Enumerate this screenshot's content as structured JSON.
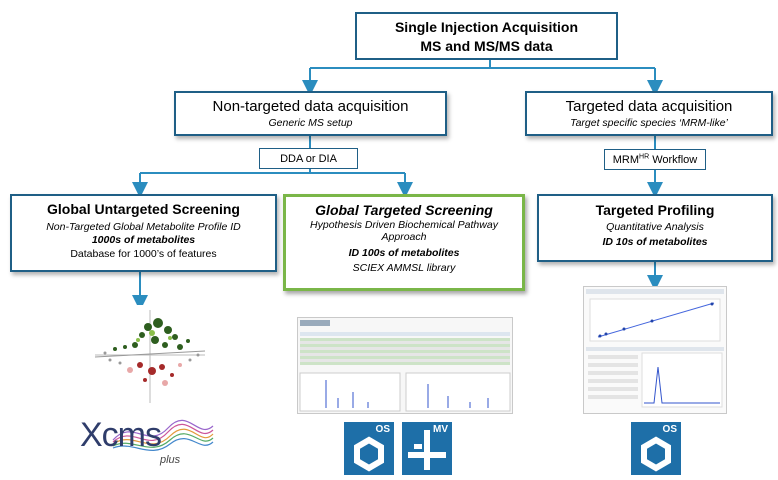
{
  "top": {
    "line1": "Single Injection Acquisition",
    "line2": "MS and MS/MS data"
  },
  "nontargeted": {
    "title": "Non-targeted data acquisition",
    "subtitle": "Generic MS setup"
  },
  "targeted": {
    "title": "Targeted data acquisition",
    "subtitle": "Target specific species ‘MRM-like’"
  },
  "dda": {
    "label": "DDA or DIA"
  },
  "mrm": {
    "prefix": "MRM",
    "sup": "HR",
    "suffix": " Workflow"
  },
  "global_untargeted": {
    "title": "Global Untargeted Screening",
    "line1": "Non-Targeted Global Metabolite Profile ID",
    "line2": "1000s of metabolites",
    "line3": "Database for 1000’s of features"
  },
  "global_targeted": {
    "title": "Global Targeted Screening",
    "line1": "Hypothesis Driven Biochemical Pathway",
    "line2": "Approach",
    "line3": "ID 100s of metabolites",
    "line4": "SCIEX AMMSL library"
  },
  "targeted_profiling": {
    "title": "Targeted Profiling",
    "line1": "Quantitative Analysis",
    "line2": "ID 10s of metabolites"
  },
  "logos": {
    "xcms_main": "Xcms",
    "xcms_sub": "plus",
    "os": "OS",
    "mv": "MV"
  },
  "colors": {
    "box_border": "#1f5f86",
    "arrow": "#2b8dbf",
    "highlight": "#7ab648",
    "os_logo": "#1e6fa8"
  }
}
